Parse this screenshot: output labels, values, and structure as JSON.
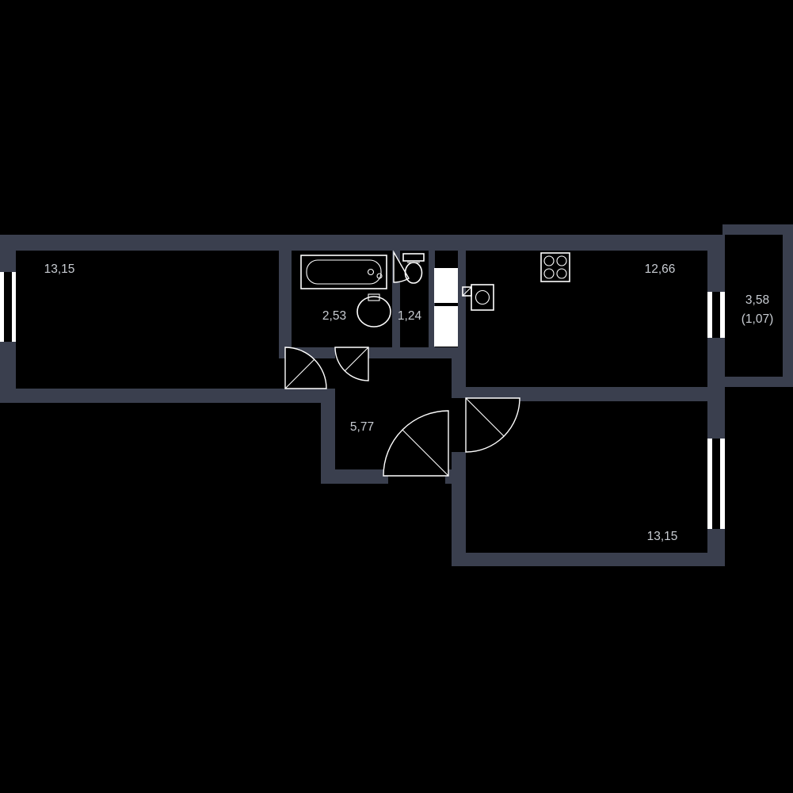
{
  "colors": {
    "background": "#000000",
    "wall": "#3a3f4e",
    "fixture_outline": "#ffffff",
    "label": "#c8ccd2"
  },
  "rooms": {
    "living": {
      "area": "13,15"
    },
    "bathroom": {
      "area": "2,53"
    },
    "toilet": {
      "area": "1,24"
    },
    "kitchen": {
      "area": "12,66"
    },
    "hallway": {
      "area": "5,77"
    },
    "bedroom": {
      "area": "13,15"
    },
    "balcony": {
      "area": "3,58",
      "area_coeff": "(1,07)"
    }
  },
  "fixtures": [
    "bathtub-icon",
    "washbasin-icon",
    "toilet-icon",
    "shaft-cabinet-icon",
    "kitchen-sink-icon",
    "stove-icon",
    "door-swing-icon",
    "window-icon"
  ]
}
